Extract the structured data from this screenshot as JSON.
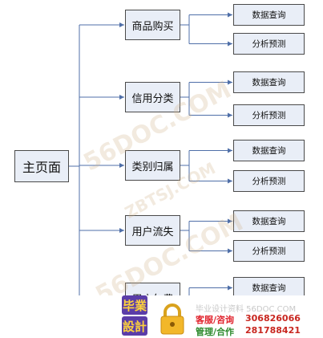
{
  "root": {
    "label": "主页面"
  },
  "branches": [
    {
      "label": "商品购买",
      "leaves": [
        "数据查询",
        "分析预测"
      ]
    },
    {
      "label": "信用分类",
      "leaves": [
        "数据查询",
        "分析预测"
      ]
    },
    {
      "label": "类别归属",
      "leaves": [
        "数据查询",
        "分析预测"
      ]
    },
    {
      "label": "用户流失",
      "leaves": [
        "数据查询",
        "分析预测"
      ]
    },
    {
      "label": "用户欠费",
      "leaves": [
        "数据查询"
      ]
    }
  ],
  "colors": {
    "node_fill": "#e9eef7",
    "node_border": "#4a4a4a",
    "connector": "#4f6fa8"
  },
  "watermarks": [
    "56DOC.COM",
    "ZBTSJ.COM",
    "56DOC.COM"
  ],
  "footer": {
    "logo_chars": [
      "毕業",
      "設計"
    ],
    "site_line": "毕业设计资料 56DOC.COM",
    "service_label": "客服/咨询",
    "service_number": "306826066",
    "manage_label": "管理/合作",
    "manage_number": "281788421"
  }
}
